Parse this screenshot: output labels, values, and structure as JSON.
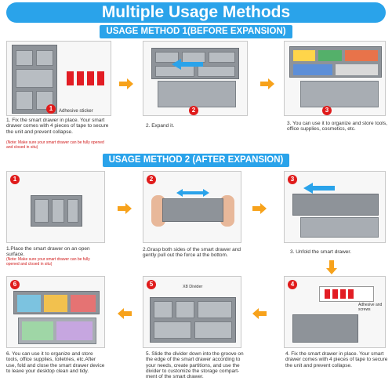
{
  "title": "Multiple Usage Methods",
  "method1": {
    "label": "USAGE METHOD 1(BEFORE EXPANSION)",
    "steps": [
      {
        "num": "1",
        "caption": "1. Fix the smart drawer in place. Your smart drawer comes with 4 pieces of tape to secure the unit and prevent collapse.",
        "note": "(Note: Make sure your smart drawer can be fully opened and closed in situ)",
        "sticker_label": "Adhesive sticker"
      },
      {
        "num": "2",
        "caption": "2. Expand it."
      },
      {
        "num": "3",
        "caption": "3. You can use it to organize and store tools, office supplies, cosmetics, etc."
      }
    ]
  },
  "method2": {
    "label": "USAGE METHOD 2 (AFTER EXPANSION)",
    "steps": [
      {
        "num": "1",
        "caption": "1.Place the smart drawer on an open surface.",
        "note": "(Note: Make sure your smart drawer can be fully opened and closed in situ)"
      },
      {
        "num": "2",
        "caption": "2.Grasp both sides of the smart drawer and gently pull out the force at the bottom."
      },
      {
        "num": "3",
        "caption": "3. Unfold the smart drawer."
      },
      {
        "num": "4",
        "caption": "4. Fix the smart drawer in place. Your smart drawer comes with 4 pieces of tape to secure the unit and prevent collapse.",
        "sticker_label": "Adhesive and screws"
      },
      {
        "num": "5",
        "caption": "5.  Slide the divider down into the groove on the edge of the smart drawer according to your needs, create partitions, and use the divider to customize the storage compart- ment of the smart drawer.",
        "divider_label": "X8 Divider"
      },
      {
        "num": "6",
        "caption": "6. You can use it to organize and store tools, office supplies, toiletries, etc.After use, fold and close the smart drawer device to leave your desktop clean and tidy."
      }
    ]
  },
  "colors": {
    "accent": "#2aa3ea",
    "arrow": "#f7a21b",
    "badge": "#e01b1b",
    "tray": "#8e9399"
  },
  "icons": [
    "right-arrow-icon",
    "left-arrow-icon",
    "down-arrow-icon"
  ]
}
